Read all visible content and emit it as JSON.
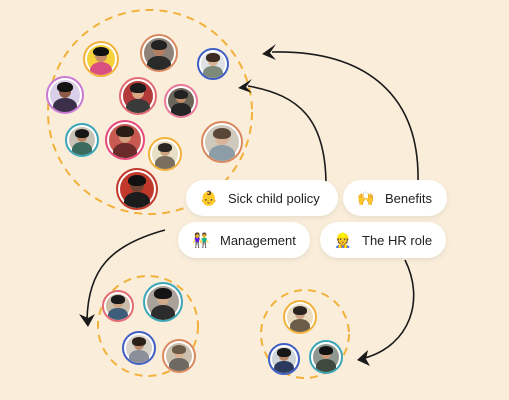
{
  "topics": [
    {
      "emoji": "👶",
      "label": "Sick child policy"
    },
    {
      "emoji": "🙌",
      "label": "Benefits"
    },
    {
      "emoji": "👫",
      "label": "Management"
    },
    {
      "emoji": "👷",
      "label": "The HR role"
    }
  ],
  "colors": {
    "background": "#faeedb",
    "dashed_circle": "#f2b13a",
    "arrow": "#1a1a1a"
  }
}
